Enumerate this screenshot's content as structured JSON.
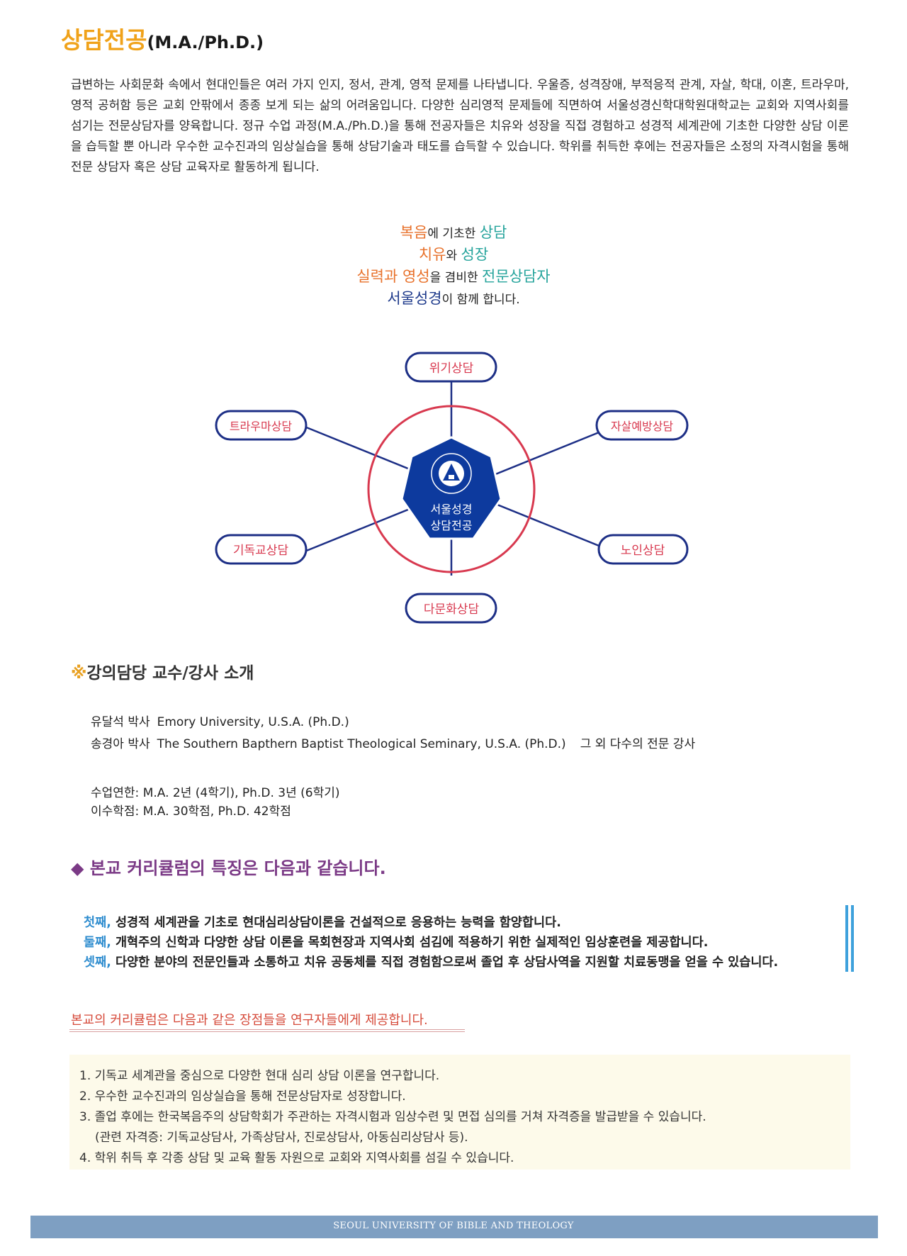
{
  "title": {
    "main": "상담전공",
    "sub": "(M.A./Ph.D.)"
  },
  "intro": "급변하는 사회문화 속에서 현대인들은 여러 가지 인지, 정서, 관계, 영적 문제를 나타냅니다. 우울증, 성격장애, 부적응적 관계, 자살, 학대, 이혼, 트라우마, 영적 공허함 등은 교회 안팎에서 종종 보게 되는 삶의 어려움입니다. 다양한 심리영적 문제들에 직면하여 서울성경신학대학원대학교는 교회와 지역사회를 섬기는 전문상담자를 양육합니다. 정규 수업 과정(M.A./Ph.D.)을 통해 전공자들은 치유와 성장을 직접 경험하고 성경적 세계관에 기초한 다양한 상담 이론을 습득할 뿐 아니라 우수한 교수진과의 임상실습을 통해 상담기술과 태도를 습득할 수 있습니다. 학위를 취득한 후에는 전공자들은 소정의 자격시험을 통해 전문 상담자 혹은 상담 교육자로 활동하게 됩니다.",
  "motto": {
    "line1": {
      "a": "복음",
      "b": "에 기초한 ",
      "c": "상담"
    },
    "line2": {
      "a": "치유",
      "b": "와 ",
      "c": "성장"
    },
    "line3": {
      "a": "실력과 영성",
      "b": "을 겸비한 ",
      "c": "전문상담자"
    },
    "line4": {
      "a": "서울성경",
      "b": "이 함께 합니다."
    }
  },
  "diagram": {
    "center_line1": "서울성경",
    "center_line2": "상담전공",
    "nodes": [
      "위기상담",
      "트라우마상담",
      "자살예방상담",
      "기독교상담",
      "노인상담",
      "다문화상담"
    ],
    "colors": {
      "navy": "#1d2f86",
      "red": "#d8394f",
      "hex": "#0d3a9e"
    }
  },
  "lecturers": {
    "heading_mark": "※",
    "heading": "강의담당 교수/강사 소개",
    "list": [
      {
        "name": "유달석 박사",
        "school": "Emory University, U.S.A. (Ph.D.)",
        "extra": ""
      },
      {
        "name": "송경아 박사",
        "school": "The Southern Bapthern Baptist Theological Seminary, U.S.A. (Ph.D.)",
        "extra": "그 외 다수의 전문 강사"
      }
    ],
    "duration": "수업연한: M.A. 2년 (4학기), Ph.D. 3년 (6학기)",
    "credits": "이수학점: M.A. 30학점, Ph.D. 42학점"
  },
  "features": {
    "heading": "◆ 본교 커리큘럼의 특징은 다음과 같습니다.",
    "items": [
      {
        "ord": "첫째,",
        "text": " 성경적 세계관을 기초로 현대심리상담이론을 건설적으로 응용하는 능력을 함양합니다."
      },
      {
        "ord": "둘째,",
        "text": " 개혁주의 신학과 다양한 상담 이론을 목회현장과 지역사회 섬김에 적용하기 위한 실제적인 임상훈련을 제공합니다."
      },
      {
        "ord": "셋째,",
        "text": " 다양한 분야의 전문인들과 소통하고 치유 공동체를 직접 경험함으로써 졸업 후 상담사역을 지원할 치료동맹을 얻을 수 있습니다."
      }
    ]
  },
  "advantages": {
    "heading": "본교의 커리큘럼은 다음과 같은 장점들을 연구자들에게 제공합니다.",
    "items": [
      "1. 기독교 세계관을 중심으로 다양한 현대 심리 상담 이론을 연구합니다.",
      "2. 우수한 교수진과의 임상실습을 통해 전문상담자로 성장합니다.",
      "3. 졸업 후에는 한국복음주의 상담학회가 주관하는 자격시험과 임상수련 및 면접 심의를 거쳐 자격증을 발급받을 수 있습니다.",
      "(관련 자격증: 기독교상담사, 가족상담사, 진로상담사, 아동심리상담사 등).",
      "4. 학위 취득 후 각종 상담 및 교육 활동 자원으로 교회와 지역사회를 섬길 수 있습니다."
    ]
  },
  "footer": "SEOUL UNIVERSITY OF BIBLE AND THEOLOGY"
}
